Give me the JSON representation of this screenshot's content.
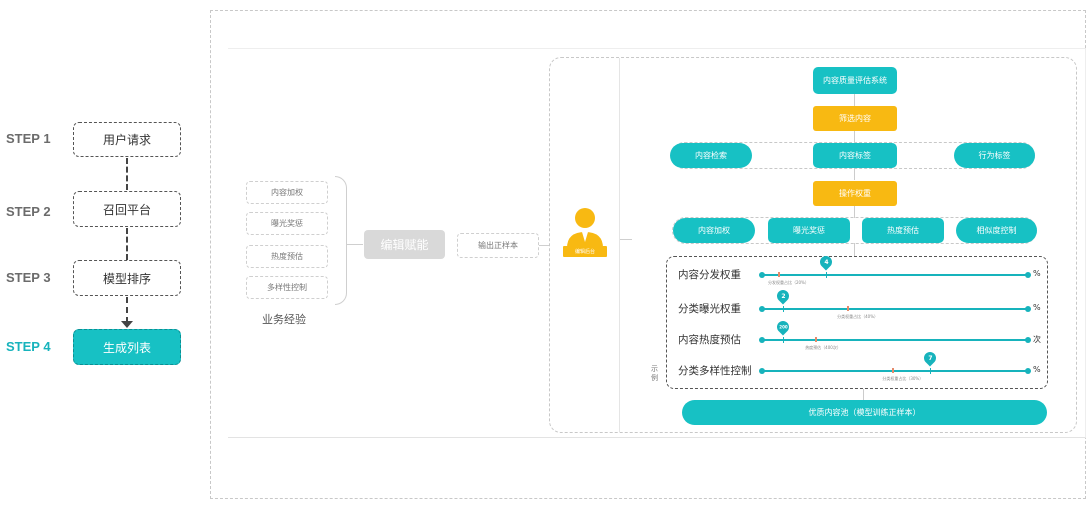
{
  "steps": [
    {
      "label": "STEP 1",
      "box": "用户请求"
    },
    {
      "label": "STEP 2",
      "box": "召回平台"
    },
    {
      "label": "STEP 3",
      "box": "模型排序"
    },
    {
      "label": "STEP 4",
      "box": "生成列表"
    }
  ],
  "experience": {
    "items": [
      "内容加权",
      "曝光奖惩",
      "热度预估",
      "多样性控制"
    ],
    "caption": "业务经验",
    "enable_button": "编辑赋能",
    "output": "输出正样本"
  },
  "editor": {
    "label": "编辑后台"
  },
  "flow": {
    "quality_system": "内容质量评估系统",
    "filter": "筛选内容",
    "search": "内容检索",
    "tags": "内容标签",
    "behavior": "行为标签",
    "weighting": "操作权重",
    "row4": [
      "内容加权",
      "曝光奖惩",
      "热度预估",
      "相似度控制"
    ],
    "pool": "优质内容池（模型训练正样本）"
  },
  "example": {
    "side_label": "示例",
    "rows": [
      {
        "label": "内容分发权重",
        "value": "4",
        "unit": "%",
        "value_fraction": 0.24,
        "note_fraction": 0.06,
        "note": "分发权重占比（20%）"
      },
      {
        "label": "分类曝光权重",
        "value": "2",
        "unit": "%",
        "value_fraction": 0.08,
        "note_fraction": 0.32,
        "note": "分类权重占比（40%）"
      },
      {
        "label": "内容热度预估",
        "value": "200",
        "unit": "次",
        "value_fraction": 0.08,
        "note_fraction": 0.2,
        "note": "热度预估（400次）"
      },
      {
        "label": "分类多样性控制",
        "value": "7",
        "unit": "%",
        "value_fraction": 0.63,
        "note_fraction": 0.49,
        "note": "分类权重占比（30%）"
      }
    ]
  },
  "colors": {
    "teal": "#17c1c4",
    "gold": "#f8b912",
    "gray": "#d9d9d9"
  }
}
